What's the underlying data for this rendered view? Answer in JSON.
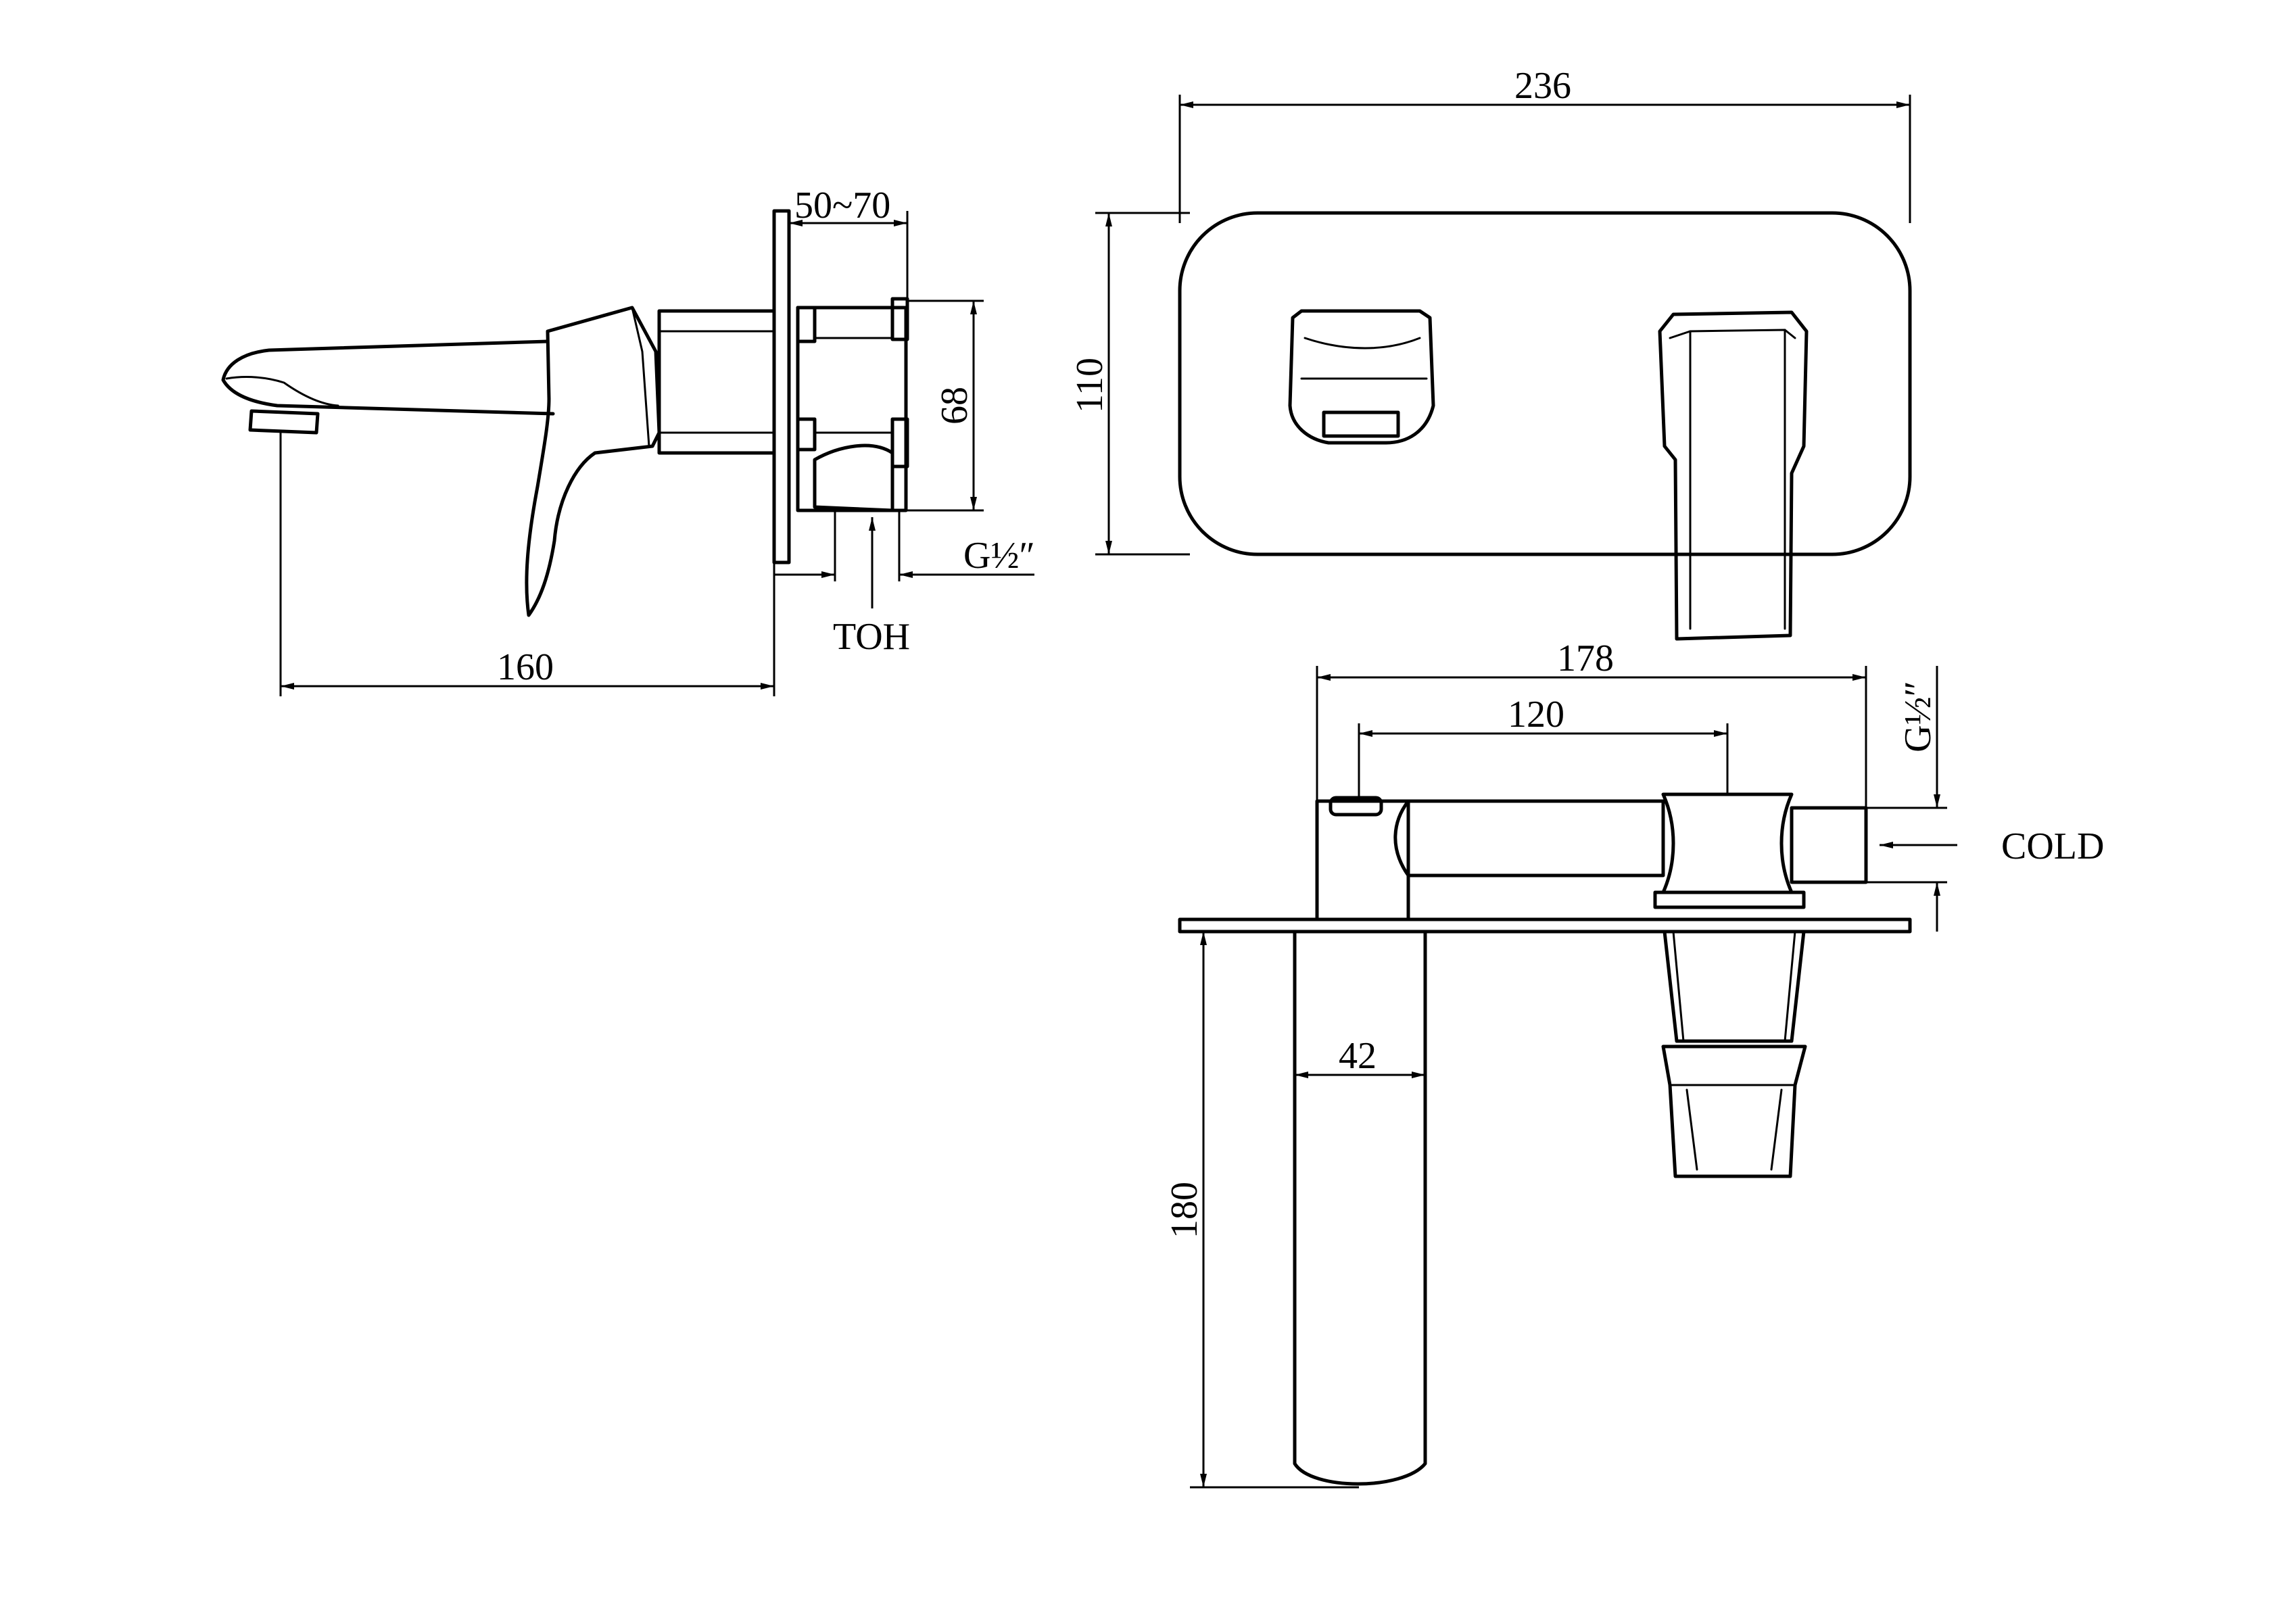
{
  "dimensions": {
    "width_236": "236",
    "height_110": "110",
    "depth_50_70": "50~70",
    "height_68": "68",
    "thread_side": "G½″",
    "spout_160": "160",
    "to_hot": "TOH",
    "length_178": "178",
    "length_120": "120",
    "thread_top": "G½″",
    "cold": "COLD",
    "width_42": "42",
    "length_180": "180"
  }
}
